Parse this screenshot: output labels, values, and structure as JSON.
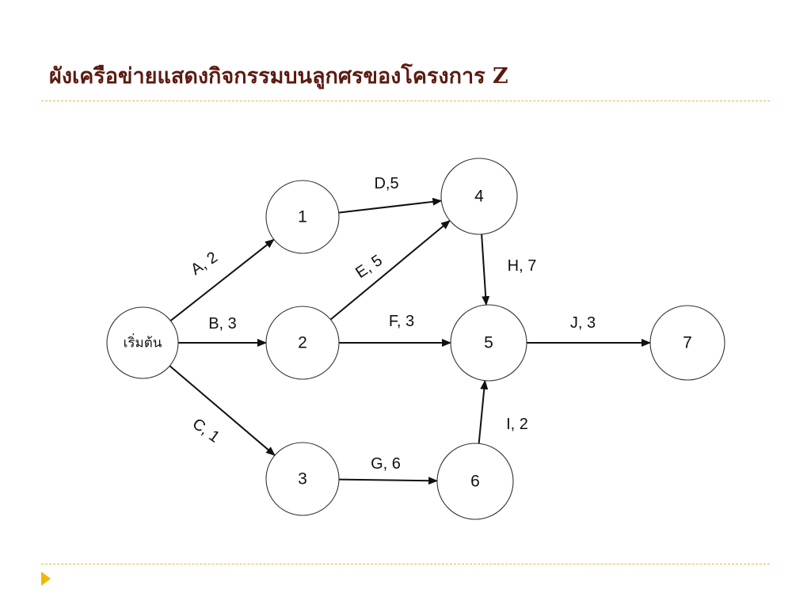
{
  "slide": {
    "title": "ผังเครือข่ายแสดงกิจกรรมบนลูกศรของโครงการ Z"
  },
  "diagram": {
    "nodes": [
      {
        "id": "start",
        "label": "เริ่มต้น"
      },
      {
        "id": "n1",
        "label": "1"
      },
      {
        "id": "n2",
        "label": "2"
      },
      {
        "id": "n3",
        "label": "3"
      },
      {
        "id": "n4",
        "label": "4"
      },
      {
        "id": "n5",
        "label": "5"
      },
      {
        "id": "n6",
        "label": "6"
      },
      {
        "id": "n7",
        "label": "7"
      }
    ],
    "edges": [
      {
        "id": "a",
        "from": "start",
        "to": "n1",
        "label": "A, 2"
      },
      {
        "id": "b",
        "from": "start",
        "to": "n2",
        "label": "B, 3"
      },
      {
        "id": "c",
        "from": "start",
        "to": "n3",
        "label": "C, 1"
      },
      {
        "id": "d",
        "from": "n1",
        "to": "n4",
        "label": "D,5"
      },
      {
        "id": "e",
        "from": "n2",
        "to": "n4",
        "label": "E, 5"
      },
      {
        "id": "f",
        "from": "n2",
        "to": "n5",
        "label": "F, 3"
      },
      {
        "id": "g",
        "from": "n3",
        "to": "n6",
        "label": "G, 6"
      },
      {
        "id": "h",
        "from": "n4",
        "to": "n5",
        "label": "H, 7"
      },
      {
        "id": "i",
        "from": "n6",
        "to": "n5",
        "label": "I, 2"
      },
      {
        "id": "j",
        "from": "n5",
        "to": "n7",
        "label": "J, 3"
      }
    ]
  }
}
